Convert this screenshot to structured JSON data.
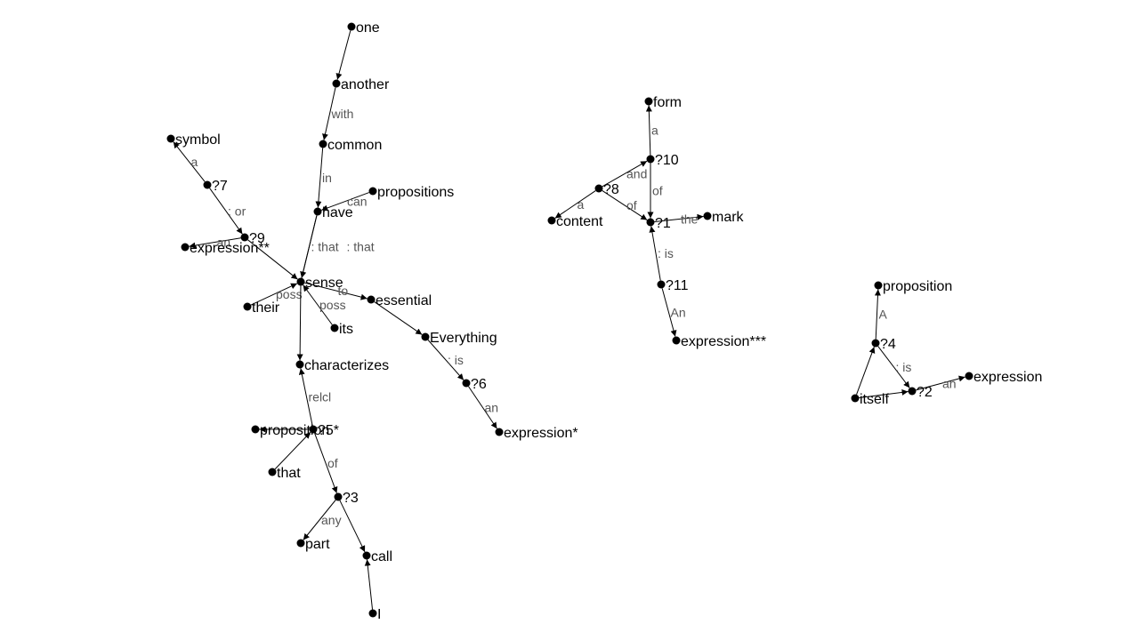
{
  "graph": {
    "node_color": "#000000",
    "edge_color": "#000000",
    "edge_label_color": "#555555",
    "nodes": [
      {
        "id": "one",
        "label": "one"
      },
      {
        "id": "another",
        "label": "another"
      },
      {
        "id": "common",
        "label": "common"
      },
      {
        "id": "have",
        "label": "have"
      },
      {
        "id": "propositions",
        "label": "propositions"
      },
      {
        "id": "symbol",
        "label": "symbol"
      },
      {
        "id": "q7",
        "label": "?7"
      },
      {
        "id": "q9",
        "label": "?9"
      },
      {
        "id": "expr2",
        "label": "expression**"
      },
      {
        "id": "sense",
        "label": "sense"
      },
      {
        "id": "their",
        "label": "their"
      },
      {
        "id": "its",
        "label": "its"
      },
      {
        "id": "essential",
        "label": "essential"
      },
      {
        "id": "everything",
        "label": "Everything"
      },
      {
        "id": "q6",
        "label": "?6"
      },
      {
        "id": "expr1",
        "label": "expression*"
      },
      {
        "id": "characterizes",
        "label": "characterizes"
      },
      {
        "id": "proposition_a",
        "label": "proposition"
      },
      {
        "id": "q5",
        "label": "?5*"
      },
      {
        "id": "that",
        "label": "that"
      },
      {
        "id": "q3",
        "label": "?3"
      },
      {
        "id": "part",
        "label": "part"
      },
      {
        "id": "call",
        "label": "call"
      },
      {
        "id": "i",
        "label": "I"
      },
      {
        "id": "form",
        "label": "form"
      },
      {
        "id": "q10",
        "label": "?10"
      },
      {
        "id": "q8",
        "label": "?8"
      },
      {
        "id": "content",
        "label": "content"
      },
      {
        "id": "q1",
        "label": "?1"
      },
      {
        "id": "mark",
        "label": "mark"
      },
      {
        "id": "q11",
        "label": "?11"
      },
      {
        "id": "expr3",
        "label": "expression***"
      },
      {
        "id": "proposition_b",
        "label": "proposition"
      },
      {
        "id": "q4",
        "label": "?4"
      },
      {
        "id": "itself",
        "label": "itself"
      },
      {
        "id": "q2",
        "label": "?2"
      },
      {
        "id": "expression",
        "label": "expression"
      }
    ],
    "edges": [
      {
        "from": "one",
        "to": "another",
        "label": ""
      },
      {
        "from": "another",
        "to": "common",
        "label": "with"
      },
      {
        "from": "common",
        "to": "have",
        "label": "in"
      },
      {
        "from": "propositions",
        "to": "have",
        "label": "can"
      },
      {
        "from": "have",
        "to": "sense",
        "label": ": that"
      },
      {
        "from": "have",
        "to": "sense",
        "label": ": that"
      },
      {
        "from": "q7",
        "to": "symbol",
        "label": "a"
      },
      {
        "from": "q7",
        "to": "q9",
        "label": ": or"
      },
      {
        "from": "q9",
        "to": "expr2",
        "label": "an"
      },
      {
        "from": "q9",
        "to": "sense",
        "label": ""
      },
      {
        "from": "their",
        "to": "sense",
        "label": "poss"
      },
      {
        "from": "its",
        "to": "sense",
        "label": "poss"
      },
      {
        "from": "sense",
        "to": "essential",
        "label": "to"
      },
      {
        "from": "essential",
        "to": "everything",
        "label": ""
      },
      {
        "from": "everything",
        "to": "q6",
        "label": ": is"
      },
      {
        "from": "q6",
        "to": "expr1",
        "label": "an"
      },
      {
        "from": "sense",
        "to": "characterizes",
        "label": ""
      },
      {
        "from": "q5",
        "to": "characterizes",
        "label": "relcl"
      },
      {
        "from": "q5",
        "to": "proposition_a",
        "label": ""
      },
      {
        "from": "that",
        "to": "q5",
        "label": ""
      },
      {
        "from": "q5",
        "to": "q3",
        "label": "of"
      },
      {
        "from": "q3",
        "to": "part",
        "label": "any"
      },
      {
        "from": "q3",
        "to": "call",
        "label": ""
      },
      {
        "from": "i",
        "to": "call",
        "label": ""
      },
      {
        "from": "q10",
        "to": "form",
        "label": "a"
      },
      {
        "from": "q8",
        "to": "q10",
        "label": "and"
      },
      {
        "from": "q8",
        "to": "content",
        "label": "a"
      },
      {
        "from": "q8",
        "to": "q1",
        "label": "of"
      },
      {
        "from": "q10",
        "to": "q1",
        "label": "of"
      },
      {
        "from": "q1",
        "to": "mark",
        "label": "the"
      },
      {
        "from": "q11",
        "to": "q1",
        "label": ": is"
      },
      {
        "from": "q11",
        "to": "expr3",
        "label": "An"
      },
      {
        "from": "q4",
        "to": "proposition_b",
        "label": "A"
      },
      {
        "from": "q4",
        "to": "q2",
        "label": ": is"
      },
      {
        "from": "itself",
        "to": "q4",
        "label": ""
      },
      {
        "from": "itself",
        "to": "q2",
        "label": ""
      },
      {
        "from": "q2",
        "to": "expression",
        "label": "an"
      }
    ]
  }
}
